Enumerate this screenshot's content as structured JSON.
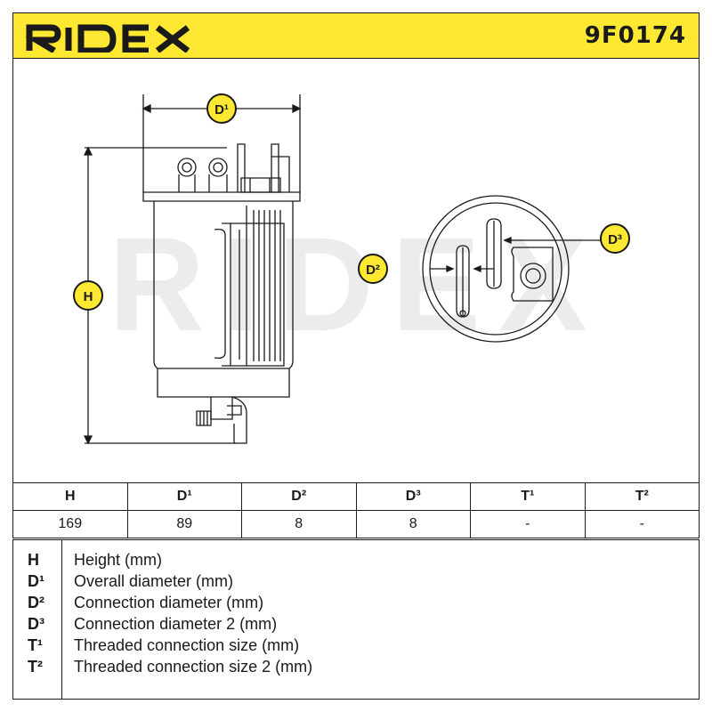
{
  "header": {
    "brand": "RIDEX",
    "part_number": "9F0174"
  },
  "drawing": {
    "label_h": "H",
    "label_d1": "D¹",
    "label_d2": "D²",
    "label_d3": "D³",
    "watermark": "RIDEX"
  },
  "table": {
    "headers": [
      "H",
      "D¹",
      "D²",
      "D³",
      "T¹",
      "T²"
    ],
    "values": [
      "169",
      "89",
      "8",
      "8",
      "-",
      "-"
    ]
  },
  "legend": [
    {
      "code": "H",
      "description": "Height (mm)"
    },
    {
      "code": "D¹",
      "description": "Overall diameter (mm)"
    },
    {
      "code": "D²",
      "description": "Connection diameter (mm)"
    },
    {
      "code": "D³",
      "description": "Connection diameter 2 (mm)"
    },
    {
      "code": "T¹",
      "description": "Threaded connection size (mm)"
    },
    {
      "code": "T²",
      "description": "Threaded connection size 2 (mm)"
    }
  ],
  "colors": {
    "header_background": "#ffe832",
    "badge_fill": "#ffe832",
    "badge_text": "#1a1a1a",
    "line": "#1a1a1a"
  }
}
